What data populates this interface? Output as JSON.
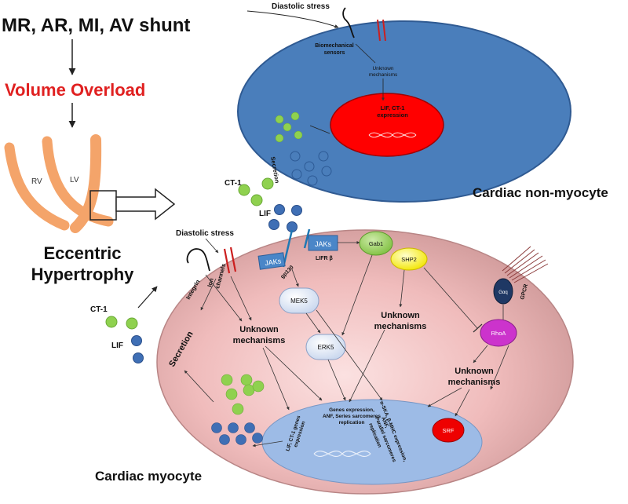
{
  "left_panel": {
    "causes": "MR, AR, MI, AV shunt",
    "volume_overload": "Volume Overload",
    "rv_label": "RV",
    "lv_label": "LV",
    "outcome_line1": "Eccentric",
    "outcome_line2": "Hypertrophy"
  },
  "non_myocyte": {
    "title": "Cardiac non-myocyte",
    "diastolic_stress": "Diastolic stress",
    "sensors_line1": "Biomechanical",
    "sensors_line2": "sensors",
    "unknown_line1": "Unknown",
    "unknown_line2": "mechanisms",
    "expression_line1": "LIF, CT-1",
    "expression_line2": "expression",
    "secretion": "Secretion"
  },
  "ligands": {
    "ct1": "CT-1",
    "lif": "LIF"
  },
  "myocyte": {
    "title": "Cardiac myocyte",
    "diastolic_stress": "Diastolic stress",
    "ion_line1": "Ion",
    "ion_line2": "channels",
    "integrin": "Integrin",
    "jaks": "JAKs",
    "gp130": "gp130",
    "lifr": "LIFR β",
    "gab1": "Gab1",
    "shp2": "SHP2",
    "galpha": "Gαq",
    "gpcr": "GPCR",
    "rhoa": "RhoA",
    "mek5": "MEK5",
    "erk5": "ERK5",
    "srf": "SRF",
    "secretion": "Secretion",
    "unknown1_line1": "Unknown",
    "unknown1_line2": "mechanisms",
    "unknown2_line1": "Unknown",
    "unknown2_line2": "mechanisms",
    "unknown3_line1": "Unknown",
    "unknown3_line2": "mechanisms",
    "nuc_genes_line1": "Genes expression,",
    "nuc_genes_line2": "ANF, Series sarcomeres",
    "nuc_genes_line3": "replication",
    "nuc_lif_line1": "LIF, CT-1 genes",
    "nuc_lif_line2": "expression",
    "nuc_alpha_line1": "α-SKA, β-MHC expression,",
    "nuc_alpha_line2": "ANF,",
    "nuc_alpha_line3": "Parallel sarcomeres",
    "nuc_alpha_line4": "replication"
  },
  "colors": {
    "non_myocyte_fill": "#4a7ebb",
    "non_myocyte_nucleus": "#ff0000",
    "myocyte_fill": "#f2c4c4",
    "myocyte_nucleus": "#9dbbe6",
    "ct1_green": "#8fd14f",
    "lif_blue": "#3f6fb5",
    "volume_overload_red": "#e02020",
    "ventricle_orange": "#f4a46a",
    "receptor_box": "#4a86c8",
    "gab1_green": "#92d050",
    "shp2_yellow": "#ffff33",
    "rhoa_magenta": "#cc33cc",
    "srf_red": "#ee0000",
    "galpha_navy": "#1f3864"
  }
}
